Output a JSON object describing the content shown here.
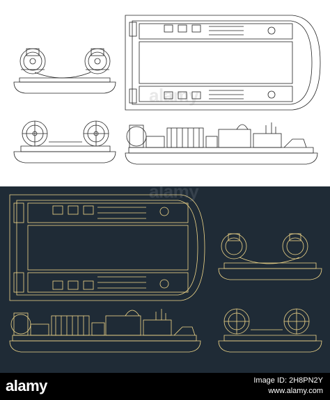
{
  "colors": {
    "top_bg": "#ffffff",
    "top_line": "#222222",
    "bottom_bg": "#1f2b36",
    "bottom_line": "#f3d98a",
    "footer_bg": "#000000"
  },
  "watermark": {
    "top_text": "alamy",
    "bottom_text": "alamy"
  },
  "footer": {
    "logo_text": "alamy",
    "image_id_label": "Image ID: 2H8PN2Y",
    "url": "www.alamy.com"
  }
}
